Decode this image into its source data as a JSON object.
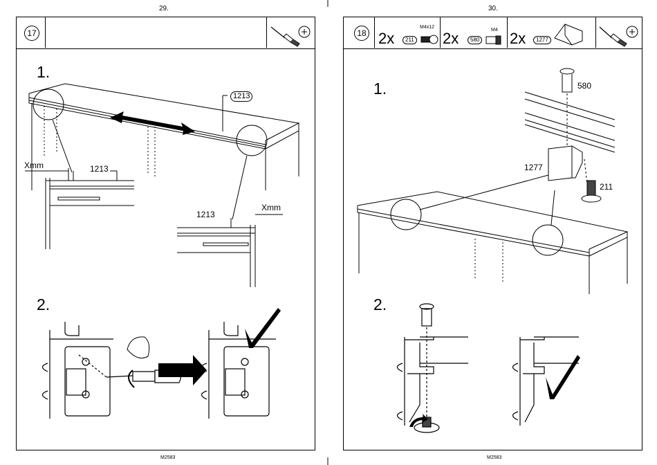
{
  "left_page": {
    "page_number": "29.",
    "footer": "M2583",
    "step_number": "17",
    "sub1": "1.",
    "sub2": "2.",
    "part_label": "1213",
    "dim_label": "Xmm"
  },
  "right_page": {
    "page_number": "30.",
    "footer": "M2583",
    "step_number": "18",
    "sub1": "1.",
    "sub2": "2.",
    "parts": [
      {
        "qty": "2x",
        "code": "211",
        "size": "M4x12"
      },
      {
        "qty": "2x",
        "code": "580",
        "size": "M4"
      },
      {
        "qty": "2x",
        "code": "1277",
        "size": ""
      }
    ],
    "labels": {
      "screw": "580",
      "bracket": "1277",
      "foot": "211"
    }
  },
  "icons": [
    "screwdriver-icon",
    "phillips-head-icon",
    "checkmark-icon",
    "arrow-right-icon",
    "strength-arm-icon",
    "rotate-arrow-icon"
  ]
}
